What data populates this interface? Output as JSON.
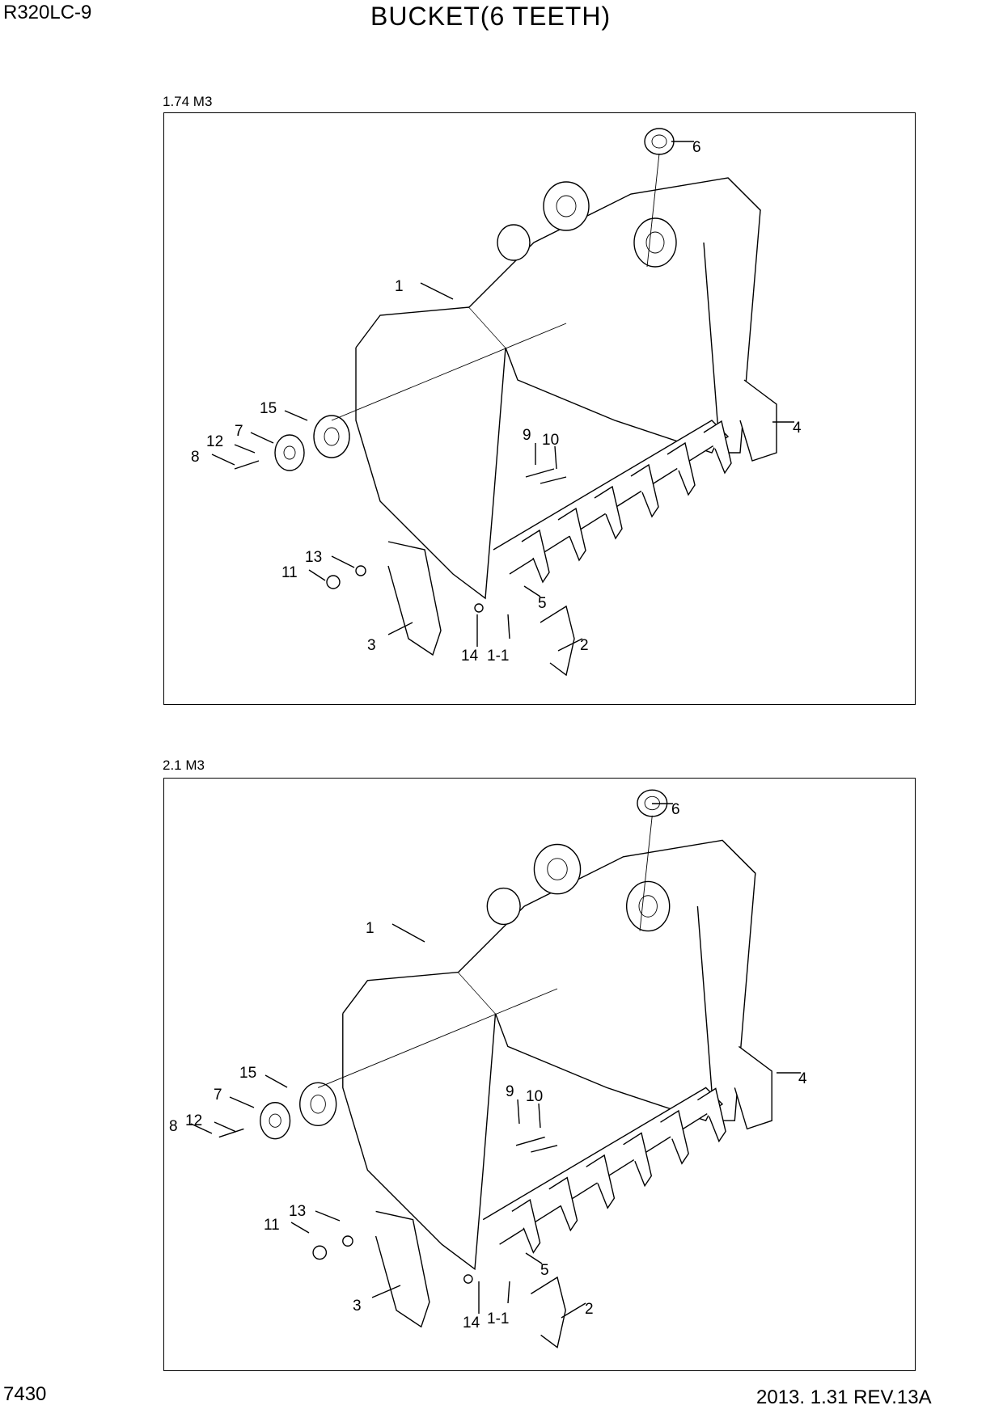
{
  "header": {
    "model": "R320LC-9",
    "title": "BUCKET(6 TEETH)"
  },
  "footer": {
    "page_number": "7430",
    "revision": "2013. 1.31  REV.13A"
  },
  "figures": [
    {
      "caption": "1.74 M3",
      "callouts": [
        "1",
        "1-1",
        "2",
        "3",
        "4",
        "5",
        "6",
        "7",
        "8",
        "9",
        "10",
        "11",
        "12",
        "13",
        "14",
        "15"
      ]
    },
    {
      "caption": "2.1 M3",
      "callouts": [
        "1",
        "1-1",
        "2",
        "3",
        "4",
        "5",
        "6",
        "7",
        "8",
        "9",
        "10",
        "11",
        "12",
        "13",
        "14",
        "15"
      ]
    }
  ]
}
